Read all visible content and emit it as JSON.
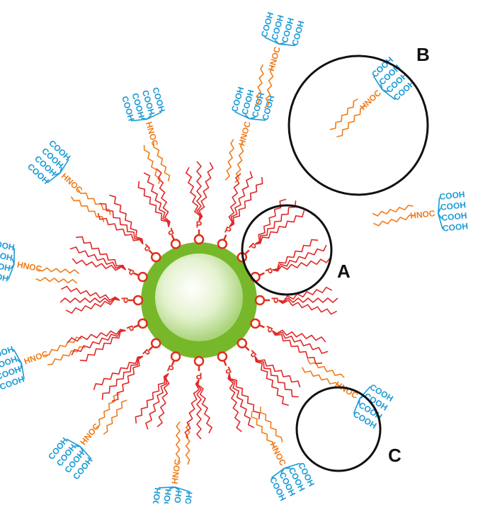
{
  "colors": {
    "core_outer": "#76b82a",
    "core_inner": "#d6ecb8",
    "phosphine": "#e0301e",
    "alkyl_chain": "#e02828",
    "amide": "#f07c1a",
    "carboxyl": "#1a9ad6",
    "circle_stroke": "#111111"
  },
  "labels": {
    "circle_a": "A",
    "circle_b": "B",
    "circle_c": "C"
  },
  "groups": {
    "phosphine": "O=P",
    "amide": "HNOC",
    "acid": "COOH"
  },
  "counts": {
    "phosphine_oxides": 16,
    "free_ligands": 3,
    "bound_ligands": 9
  }
}
